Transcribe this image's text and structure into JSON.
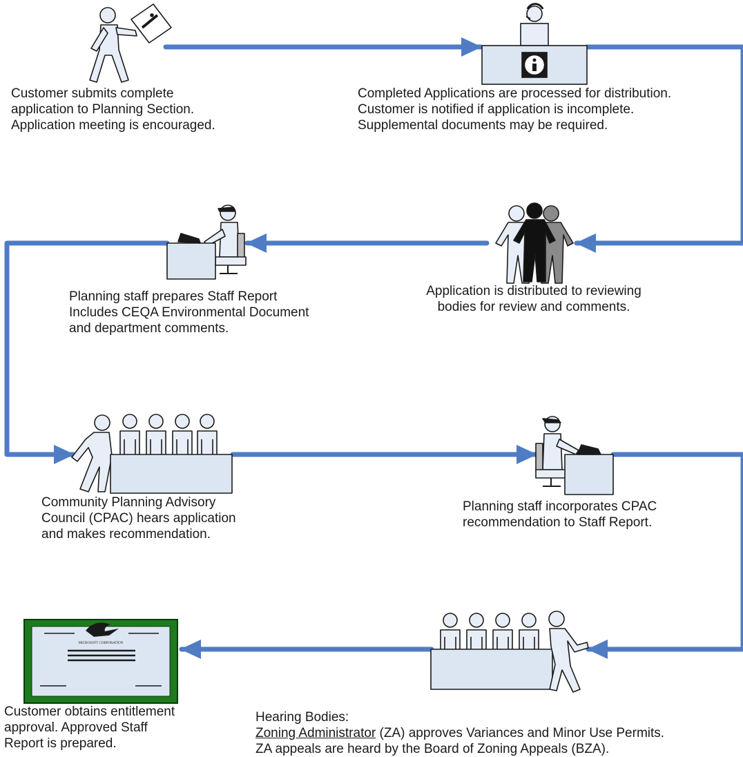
{
  "steps": {
    "submit": {
      "lines": [
        "Customer submits complete",
        "application to Planning Section.",
        "Application meeting is encouraged."
      ]
    },
    "processed": {
      "lines": [
        "Completed Applications are processed for distribution.",
        "Customer is notified if application is incomplete.",
        "Supplemental documents may be required."
      ]
    },
    "distributed": {
      "lines": [
        "Application is distributed to reviewing",
        "bodies for review and comments."
      ]
    },
    "staff_report": {
      "lines": [
        "Planning staff prepares Staff Report",
        "Includes CEQA Environmental Document",
        "and department comments."
      ]
    },
    "cpac": {
      "lines": [
        "Community Planning Advisory",
        "Council (CPAC) hears application",
        "and makes recommendation."
      ]
    },
    "incorporates": {
      "lines": [
        "Planning staff incorporates CPAC",
        "recommendation to Staff Report."
      ]
    },
    "hearing": {
      "heading": "Hearing Bodies:",
      "za_label": "Zoning Administrator",
      "za_text": " (ZA) approves Variances and Minor Use Permits.",
      "appeal_line": "ZA appeals are heard by the Board of Zoning Appeals (BZA)."
    },
    "entitlement": {
      "lines": [
        "Customer obtains entitlement",
        "approval. Approved Staff",
        "Report is prepared."
      ]
    }
  },
  "certificate": {
    "caption": "MICROSOFT CORPORATION"
  },
  "colors": {
    "arrow": "#4f7cc4",
    "desk": "#dce6f2",
    "figure": "#e8eef7",
    "outline": "#1a1a1a",
    "certificate_border": "#1e7a1e"
  }
}
